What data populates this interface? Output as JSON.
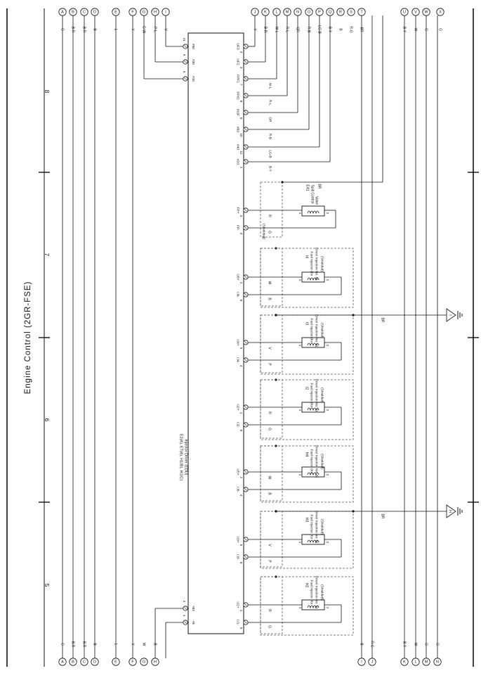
{
  "page": {
    "title": "Engine Control (2GR-FSE)",
    "section_numbers": [
      "8",
      "7",
      "6",
      "5"
    ]
  },
  "ecu": {
    "title_line1": "E2(A), E7(A), H1(B), H1(C)",
    "title_line2": "Injector Driver (EDU)"
  },
  "left_connectors": {
    "top_letters": [
      "A",
      "B",
      "C",
      "D",
      "E",
      "F",
      "G",
      "H",
      "I"
    ],
    "top_wires": [
      "G",
      "B-R",
      "B-R",
      "B",
      "L",
      "Y",
      "G-W",
      "P-L",
      "V"
    ],
    "bottom_letters": [
      "A",
      "B",
      "C",
      "D",
      "E",
      "F",
      "G",
      "H"
    ],
    "bottom_wires": [
      "G",
      "B-R",
      "B-R",
      "B",
      "L",
      "Y",
      "W",
      "B"
    ]
  },
  "right_connectors": {
    "top_letters": [
      "J",
      "K",
      "L",
      "M",
      "N",
      "O",
      "P",
      "Q",
      "R",
      "S",
      "T",
      "U",
      "V",
      "W",
      "X"
    ],
    "top_wires": [
      "Y",
      "B-R",
      "W-L",
      "R-L",
      "GR",
      "R-B",
      "LG-B",
      "B-Y",
      "B",
      "R-G",
      "BR",
      "B-Y",
      "W",
      "G",
      "G"
    ],
    "bottom_letters": [
      "I",
      "J",
      "K",
      "L",
      "M",
      "N"
    ],
    "bottom_wires": [
      "B",
      "R-G",
      "B-Y",
      "W",
      "G",
      "G"
    ]
  },
  "ecu_pins": {
    "right": [
      {
        "name": "IJF3",
        "pin": "4"
      },
      {
        "name": "IJF2",
        "pin": "3"
      },
      {
        "name": "FPF1",
        "pin": "7"
      },
      {
        "name": "FPIO",
        "pin": "8"
      },
      {
        "name": "INJF",
        "pin": "6"
      },
      {
        "name": "#60",
        "pin": "10"
      },
      {
        "name": "#40",
        "pin": "12"
      },
      {
        "name": "#20",
        "pin": "2"
      }
    ],
    "left": [
      {
        "name": "#50",
        "pin": "11"
      },
      {
        "name": "#30",
        "pin": "9"
      },
      {
        "name": "#10",
        "pin": "3"
      },
      {
        "name": "+B2",
        "pin": "2"
      },
      {
        "name": "+B",
        "pin": "1"
      }
    ],
    "right_wires": [
      "Y",
      "B-R",
      "W-L",
      "R-L",
      "GR",
      "R-B",
      "LG-B",
      "B-Y"
    ],
    "left_wires": [
      "V",
      "P-L",
      "G-W"
    ]
  },
  "spill_valve": {
    "code": "E41",
    "name_line1": "Spill Control",
    "name_line2": "Valve",
    "pin_pos": "FP+",
    "pin_pos_no": "3",
    "pin_neg": "FP-",
    "pin_neg_no": "4",
    "wire_pos": "R",
    "wire_neg": "G",
    "shield_wire": "BR",
    "coil_pins": [
      "1",
      "2"
    ]
  },
  "injectors": [
    {
      "code": "I4",
      "line1": "Fuel Injector (for",
      "line2": "Direct Injection No. 6)",
      "pos_pin": "IJ6+",
      "pos_no": "2",
      "neg_pin": "IJ6-",
      "neg_no": "6",
      "wire_pos": "W",
      "wire_neg": "B"
    },
    {
      "code": "I3",
      "line1": "Fuel Injector (for",
      "line2": "Direct Injection No. 4)",
      "pos_pin": "IJ4+",
      "pos_no": "5",
      "neg_pin": "IJ4-",
      "neg_no": "4",
      "wire_pos": "V",
      "wire_neg": "P"
    },
    {
      "code": "I2",
      "line1": "Fuel Injector (for",
      "line2": "Direct Injection No. 2)",
      "pos_pin": "IJ2+",
      "pos_no": "1",
      "neg_pin": "IJ2-",
      "neg_no": "6",
      "wire_pos": "R",
      "wire_neg": "G"
    },
    {
      "code": "H4",
      "line1": "Fuel Injector (for",
      "line2": "Direct Injection No. 5)",
      "pos_pin": "IJ5+",
      "pos_no": "2",
      "neg_pin": "IJ5-",
      "neg_no": "4",
      "wire_pos": "W",
      "wire_neg": "B"
    },
    {
      "code": "H3",
      "line1": "Fuel Injector (for",
      "line2": "Direct Injection No. 3)",
      "pos_pin": "IJ3+",
      "pos_no": "5",
      "neg_pin": "IJ3-",
      "neg_no": "6",
      "wire_pos": "V",
      "wire_neg": "P"
    },
    {
      "code": "H2",
      "line1": "Fuel Injector (for",
      "line2": "Direct Injection No. 1)",
      "pos_pin": "IJ1+",
      "pos_no": "1",
      "neg_pin": "IJ1-",
      "neg_no": "5",
      "wire_pos": "R",
      "wire_neg": "G"
    }
  ],
  "shielded_label": "(Shielded)",
  "coil_pin_labels": [
    "1",
    "2"
  ],
  "grounds": [
    {
      "letter": "I",
      "wire": "BR"
    },
    {
      "letter": "H",
      "wire": "BR"
    }
  ]
}
